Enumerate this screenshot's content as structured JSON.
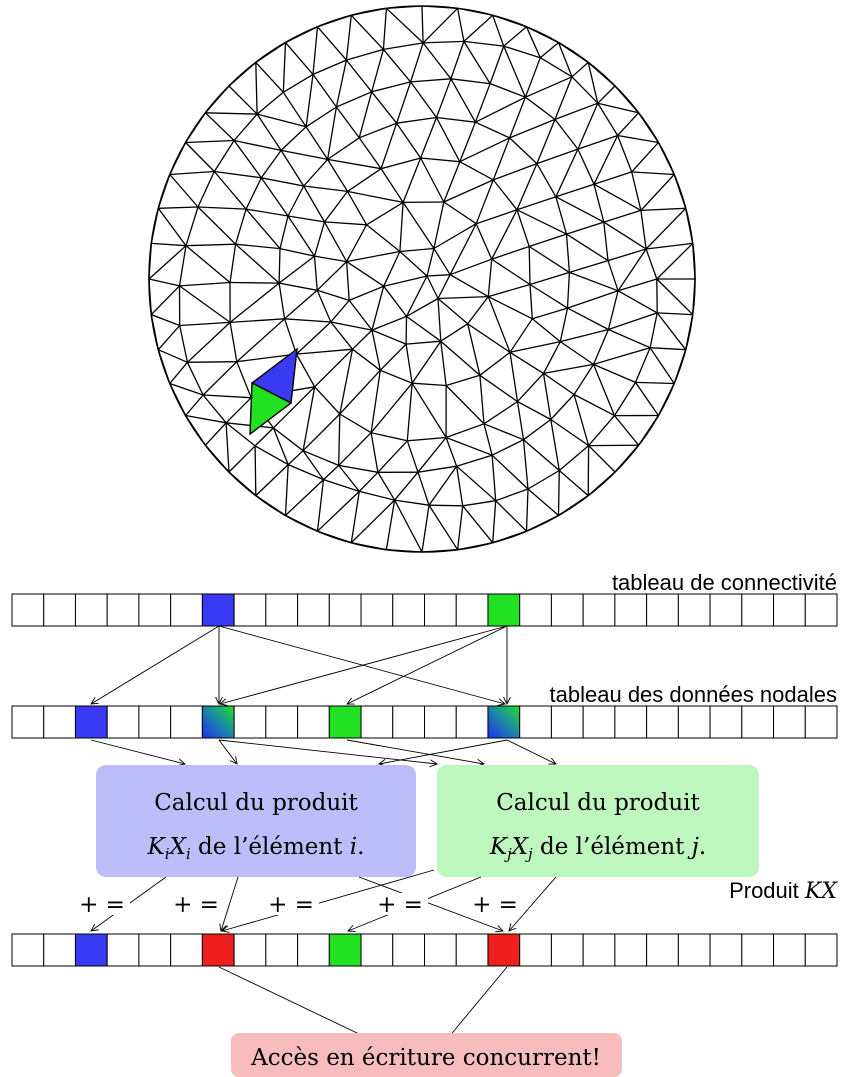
{
  "labels": {
    "connectivity": "tableau de connectivité",
    "nodal": "tableau des données nodales",
    "product_prefix": "Produit ",
    "product_math": "KX"
  },
  "boxes": {
    "element_i": {
      "line1": "Calcul du produit",
      "line2_math": "K_iX_i",
      "line2_text": " de l’élément ",
      "line2_var": "i",
      "line2_end": ".",
      "fill": "#bdbdf9"
    },
    "element_j": {
      "line1": "Calcul du produit",
      "line2_math": "K_jX_j",
      "line2_text": " de l’élément ",
      "line2_var": "j",
      "line2_end": ".",
      "fill": "#bef7be"
    },
    "warning": {
      "text": "Accès en écriture concurrent!",
      "fill": "#f7bcbc"
    }
  },
  "plus_equals": [
    "+ =",
    "+ =",
    "+ =",
    "+ =",
    "+ ="
  ],
  "arrays": {
    "cell_count": 26,
    "connectivity": {
      "blue": [
        6
      ],
      "green": [
        15
      ]
    },
    "nodal": {
      "blue": [
        2
      ],
      "green": [
        10
      ],
      "gradient": [
        6,
        15
      ]
    },
    "product": {
      "blue": [
        2
      ],
      "green": [
        10
      ],
      "red": [
        6,
        15
      ]
    }
  },
  "colors": {
    "blue": "#3a3af5",
    "green": "#22e022",
    "red": "#ee1f1f",
    "mesh_stroke": "#000000"
  }
}
